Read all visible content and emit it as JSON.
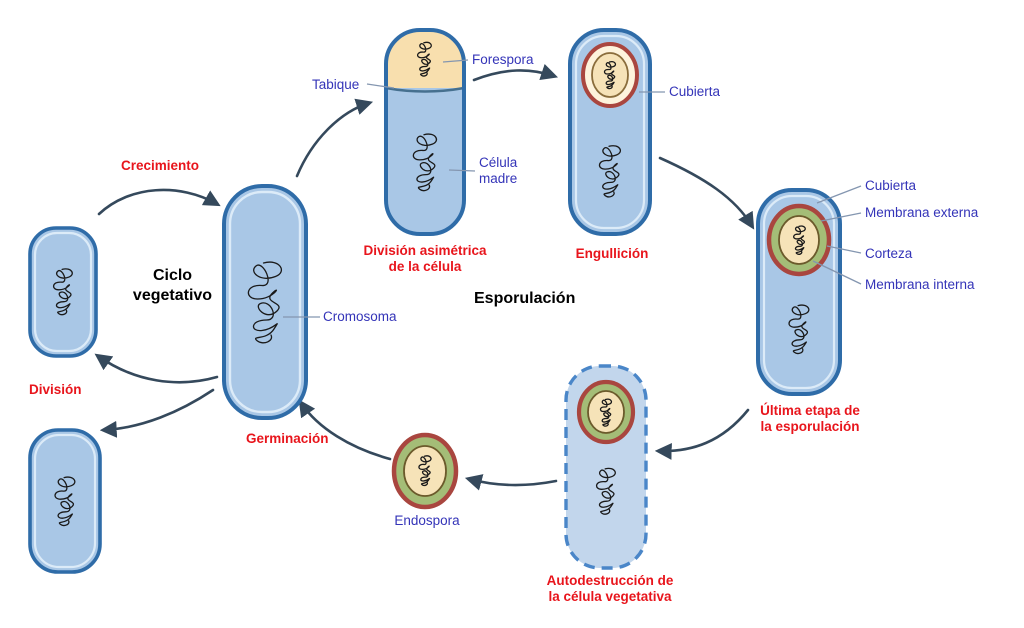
{
  "titles": {
    "ciclo_vegetativo": "Ciclo\nvegetativo",
    "esporulacion": "Esporulación"
  },
  "stage_labels": {
    "crecimiento": "Crecimiento",
    "division": "División",
    "division_asimetrica": "División asimétrica\nde la célula",
    "engullicion": "Engullición",
    "ultima_etapa": "Última etapa de\nla esporulación",
    "autodestruccion": "Autodestrucción de\nla célula vegetativa",
    "germinacion": "Germinación"
  },
  "part_labels": {
    "tabique": "Tabique",
    "forespora": "Forespora",
    "celula_madre": "Célula\nmadre",
    "cubierta_engullicion": "Cubierta",
    "cromosoma": "Cromosoma",
    "cubierta_espora": "Cubierta",
    "membrana_externa": "Membrana externa",
    "corteza": "Corteza",
    "membrana_interna": "Membrana interna",
    "endospora": "Endospora"
  },
  "colors": {
    "cell_fill": "#a9c7e6",
    "cell_fill_light": "#c2d6ec",
    "cell_border": "#2f6ca8",
    "cell_inner_highlight": "#dcebf8",
    "forespore_fill": "#f8dfae",
    "spore_coat_red": "#a9463f",
    "spore_ring_cream": "#fdf3dc",
    "cortex_green": "#a4bd77",
    "core_fill": "#f6e3b8",
    "chromosome_line": "#1a1a1a",
    "arrow": "#35495c",
    "pointer_line": "#8496b0",
    "stage_text": "#e8151c",
    "part_text": "#3434b8",
    "title_text": "#000000"
  }
}
